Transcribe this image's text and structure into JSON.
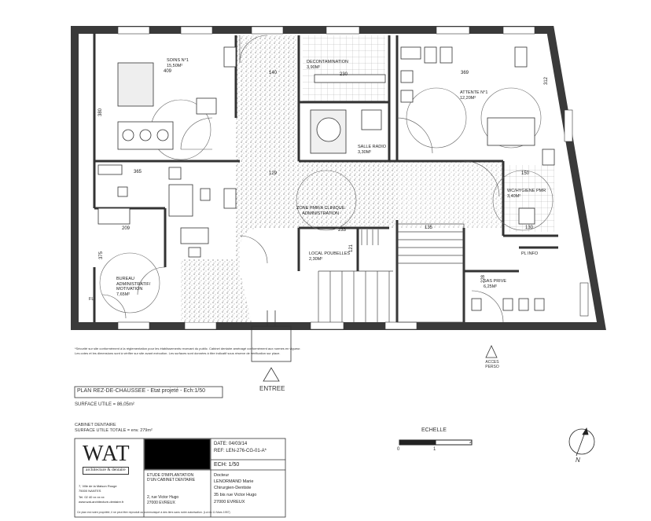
{
  "rooms": {
    "soins": {
      "name": "SOINS N°1",
      "area": "15,50m²"
    },
    "decontamination": {
      "name": "DECONTAMINATION",
      "area": "3,90m²"
    },
    "attente": {
      "name": "ATTENTE N°1",
      "area": "12,20m²"
    },
    "salle_radio": {
      "name": "SALLE RADIO",
      "area": "3,30m²"
    },
    "wc": {
      "name": "WC/HYGIENE PMR",
      "area": "3,40m²"
    },
    "zone_pmr": {
      "line1": "ZONE PMR/A CLINIQUE",
      "line2": "ADMINISTRATION"
    },
    "local_poubelles": {
      "name": "LOCAL POUBELLES",
      "area": "2,30m²"
    },
    "bureau": {
      "line1": "BUREAU",
      "line2": "ADMINISTRATIF/",
      "line3": "MOTIVATION",
      "area": "7,65m²"
    },
    "sas_prive": {
      "name": "SAS PRIVE",
      "area": "6,25m²"
    },
    "pl_info": "PL INFO",
    "fl": "FL"
  },
  "dimensions": {
    "d409": "409",
    "d380": "380",
    "d365": "365",
    "d230": "230",
    "d369": "369",
    "d312": "312",
    "d150": "150",
    "d130": "130",
    "d209": "209",
    "d375": "375",
    "d135": "135",
    "d228": "228",
    "d140": "140",
    "d129": "129",
    "d121": "121",
    "d233": "233"
  },
  "labels": {
    "entree": "ENTREE",
    "acces_perso": "ACCES PERSO",
    "echelle": "ECHELLE",
    "scale_ticks": [
      "0",
      "1",
      "2"
    ],
    "north": "N"
  },
  "plan_info": {
    "title": "PLAN REZ-DE-CHAUSSEE - Etat projeté - Ech:1/50",
    "surface_utile": "SURFACE UTILE = 86,05m²",
    "cabinet_line1": "CABINET DENTAIRE",
    "cabinet_line2": "SURFACE UTILE TOTALE = env. 279m²"
  },
  "notes": {
    "line1": "*Sécurité sur site conformément à la réglementation pour les établissements recevant du public. Cabinet dentaire aménagé conformément aux normes en vigueur.",
    "line2": "Les cotes et les dimensions sont à vérifier sur site avant exécution. Les surfaces sont données à titre indicatif sous réserve de vérification sur place."
  },
  "title_block": {
    "logo": "WAT",
    "logo_sub": "architecture & dentaire",
    "addr1": "7, Ville de la Maison Rouge",
    "addr2": "75000   NANTES",
    "addr3": "Tel. 02 40 xx xx xx",
    "addr4": "www.wat-architecture-dentaire.fr",
    "date": "DATE:  04/03/14",
    "ref": "REF:   LEN-276-CG-01-A*",
    "ech": "ECH:   1/50",
    "etude1": "ETUDE D'IMPLANTATION",
    "etude2": "D'UN CABINET DENTAIRE",
    "loc1": "2, rue Victor Hugo",
    "loc2": "27000 EVREUX",
    "client1": "Docteur",
    "client2": "LENORMAND Marie",
    "client3": "Chirurgien-Dentiste",
    "client4": "35 bis rue Victor Hugo",
    "client5": "27000 EVREUX",
    "footer": "Ce plan est notre propriété, il ne peut être reproduit ou communiqué à des tiers sans notre autorisation. (Loi du 11 Mars 1957)"
  }
}
